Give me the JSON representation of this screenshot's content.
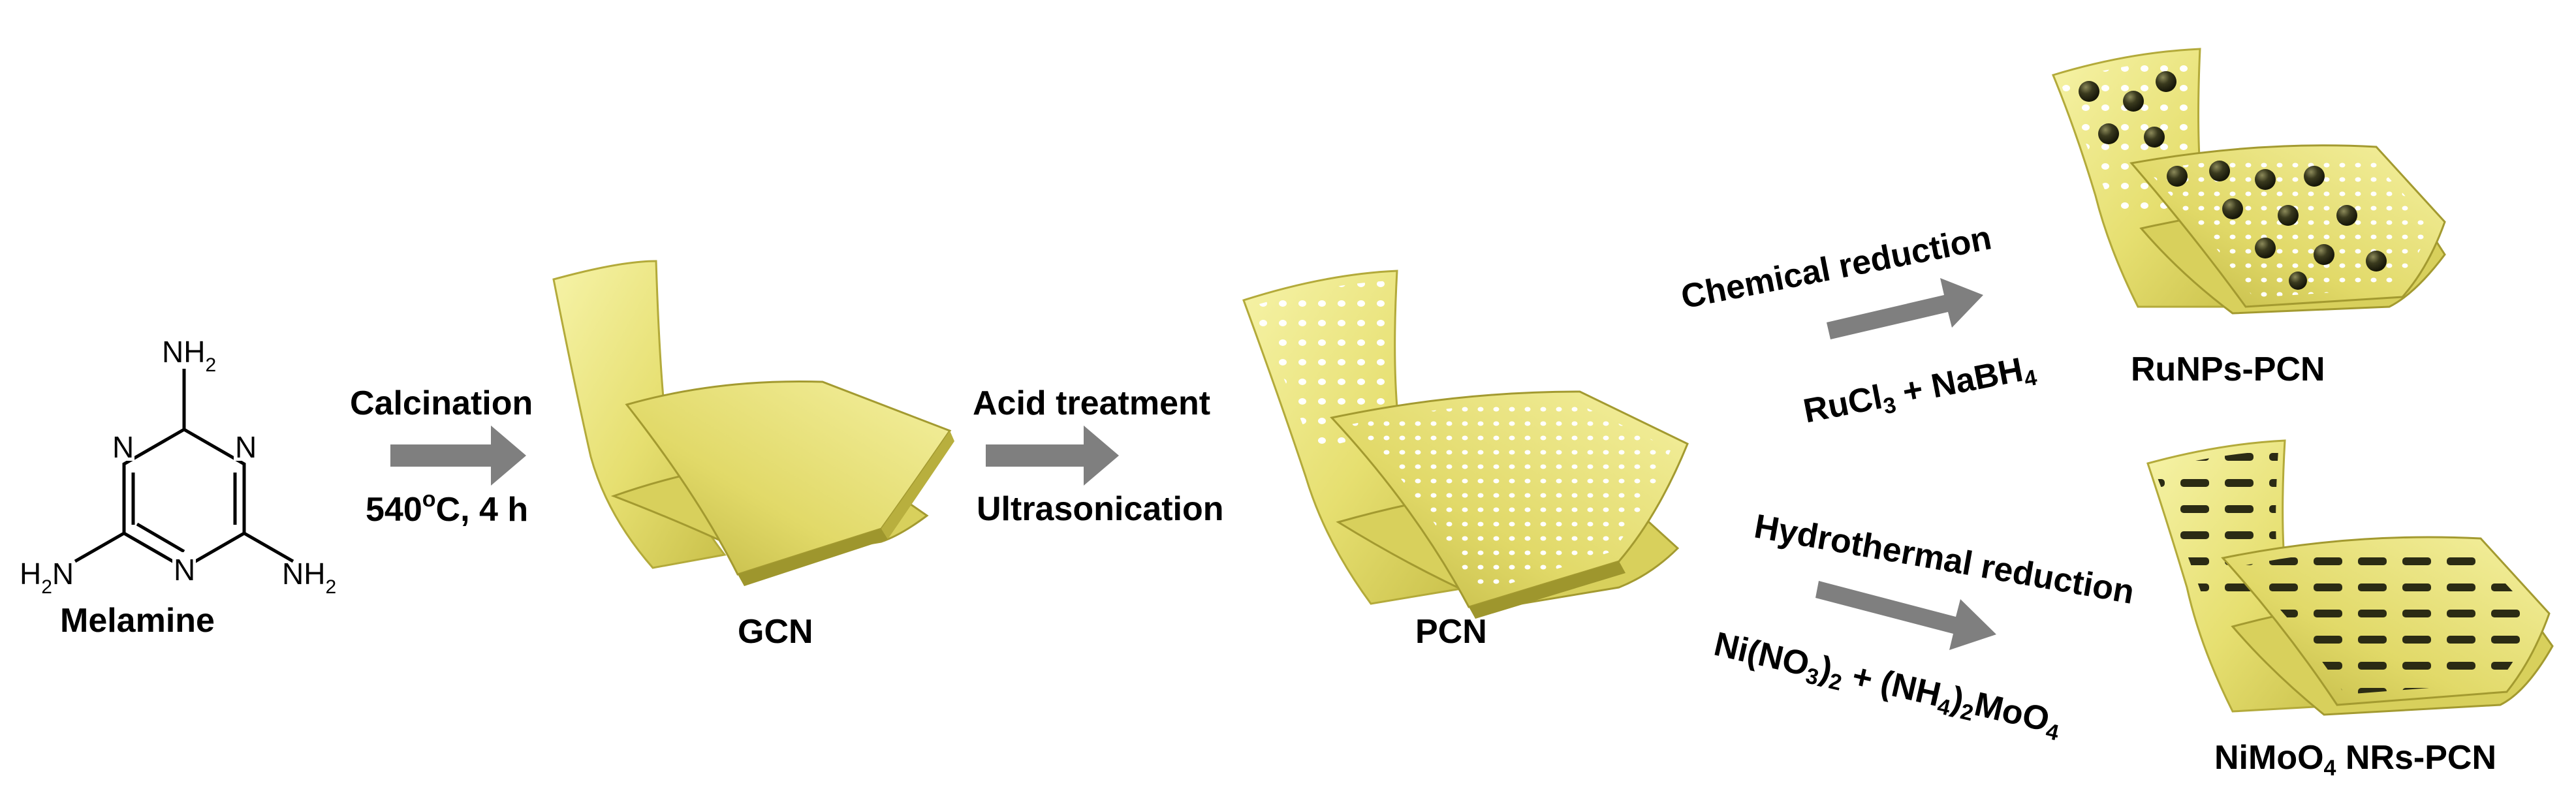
{
  "molecule": {
    "name": "Melamine",
    "ring_atoms": [
      "N",
      "N",
      "N"
    ],
    "nh2_groups": [
      {
        "main": "NH",
        "sub": "2"
      },
      {
        "main": "H",
        "sub": "2",
        "tail": "N"
      },
      {
        "main": "NH",
        "sub": "2"
      }
    ]
  },
  "steps": [
    {
      "label": "Calcination",
      "condition_main": "540",
      "condition_sup": "o",
      "condition_tail": "C, 4 h"
    },
    {
      "label": "Acid treatment",
      "condition": "Ultrasonication"
    }
  ],
  "products": {
    "gcn": "GCN",
    "pcn": "PCN",
    "ru": "RuNPs-PCN",
    "nimo_main": "NiMoO",
    "nimo_sub": "4",
    "nimo_tail": " NRs-PCN"
  },
  "branches": {
    "top": {
      "method": "Chemical reduction",
      "reagent_a": "RuCl",
      "reagent_a_sub": "3",
      "reagent_b": " + NaBH",
      "reagent_b_sub": "4"
    },
    "bottom": {
      "method": "Hydrothermal reduction",
      "r1": "Ni(NO",
      "r1_sub": "3",
      "r2": ")",
      "r2_sub": "2",
      "r3": " + (NH",
      "r3_sub": "4",
      "r4": ")",
      "r4_sub": "2",
      "r5": "MoO",
      "r5_sub": "4"
    }
  },
  "colors": {
    "sheet_light": "#f2ef9a",
    "sheet_mid": "#e3dc6a",
    "sheet_dark": "#b9b03c",
    "sheet_edge": "#8f882a",
    "arrow": "#7f7f7f",
    "particle": "#2f2f17",
    "text": "#000000"
  }
}
